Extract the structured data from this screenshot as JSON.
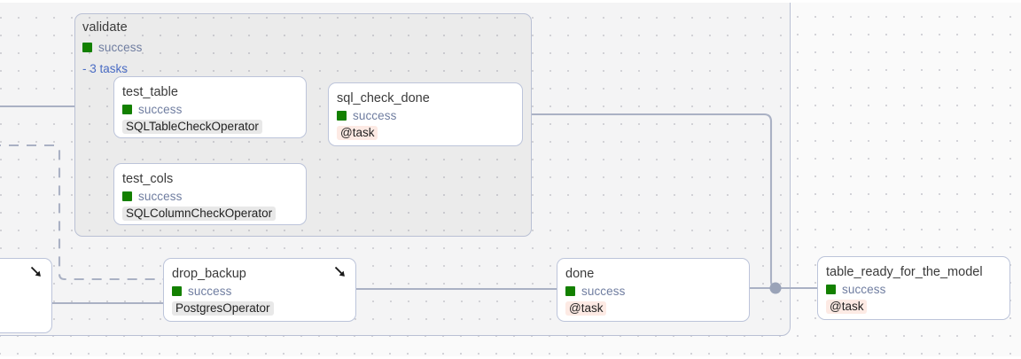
{
  "app": {
    "view": "dag-graph",
    "canvas_background": "#fafafa",
    "container_background": "#f4f4f5",
    "edge_color": "#aab1c4",
    "node_border_color": "#bcc4da",
    "success_color": "#138000",
    "link_color": "#4a6cc4",
    "task_decorator_bg": "#fdeae4",
    "operator_chip_bg": "#e8e8e8"
  },
  "task_group": {
    "name": "validate",
    "state": "success",
    "toggle_label": "- 3 tasks",
    "task_count": 3
  },
  "nodes": [
    {
      "id": "test_table",
      "title": "test_table",
      "state": "success",
      "operator": "SQLTableCheckOperator",
      "operator_kind": "operator",
      "has_arrow": false
    },
    {
      "id": "test_cols",
      "title": "test_cols",
      "state": "success",
      "operator": "SQLColumnCheckOperator",
      "operator_kind": "operator",
      "has_arrow": false
    },
    {
      "id": "sql_check_done",
      "title": "sql_check_done",
      "state": "success",
      "operator": "@task",
      "operator_kind": "task",
      "has_arrow": false
    },
    {
      "id": "drop_backup",
      "title": "drop_backup",
      "state": "success",
      "operator": "PostgresOperator",
      "operator_kind": "operator",
      "has_arrow": true
    },
    {
      "id": "done",
      "title": "done",
      "state": "success",
      "operator": "@task",
      "operator_kind": "task",
      "has_arrow": false
    },
    {
      "id": "table_ready_for_the_model",
      "title": "table_ready_for_the_model",
      "state": "success",
      "operator": "@task",
      "operator_kind": "task",
      "has_arrow": false
    }
  ],
  "partial_node": {
    "id": "partial-left",
    "has_arrow": true
  },
  "icons": {
    "arrow_down_right": "arrow-down-right-icon",
    "state_square": "status-square-icon"
  }
}
